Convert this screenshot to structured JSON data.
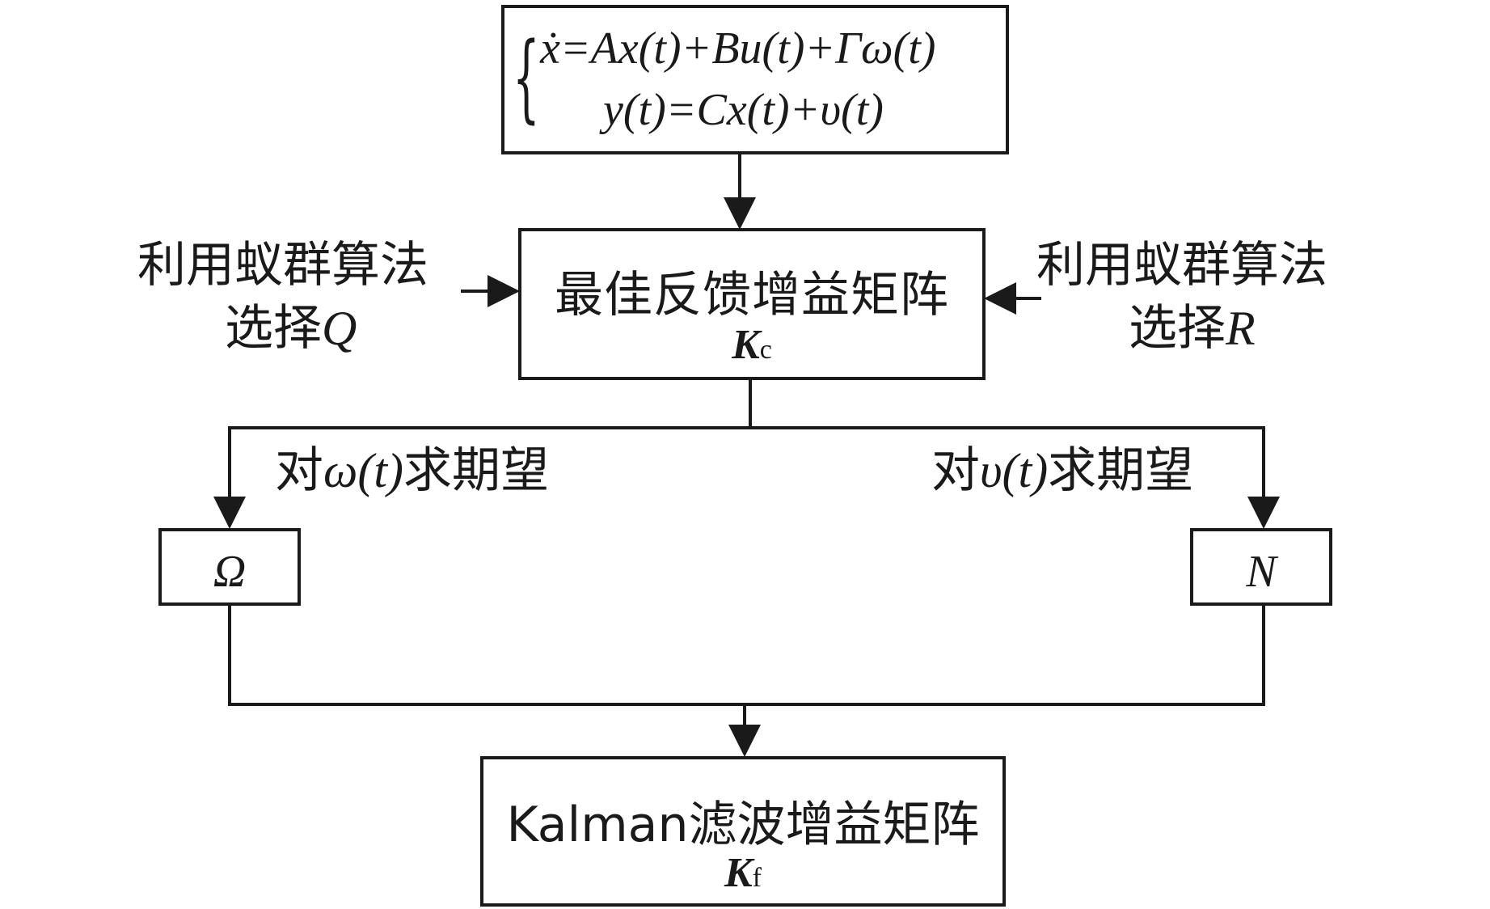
{
  "model": {
    "equation_state": "ẋ=Ax(t)+Bu(t)+Γω(t)",
    "equation_output": "y(t)=Cx(t)+υ(t)"
  },
  "kc_box": {
    "title": "最佳反馈增益矩阵",
    "symbol": "K",
    "subscript": "c"
  },
  "left_input": {
    "line1": "利用蚁群算法",
    "line2_prefix": "选择",
    "line2_symbol": "Q"
  },
  "right_input": {
    "line1": "利用蚁群算法",
    "line2_prefix": "选择",
    "line2_symbol": "R"
  },
  "expectation_left": {
    "prefix": "对",
    "symbol": "ω(t)",
    "suffix": "求期望"
  },
  "expectation_right": {
    "prefix": "对",
    "symbol": "υ(t)",
    "suffix": "求期望"
  },
  "omega_box": {
    "symbol": "Ω"
  },
  "n_box": {
    "symbol": "N"
  },
  "kf_box": {
    "title": "Kalman滤波增益矩阵",
    "symbol": "K",
    "subscript": "f"
  },
  "colors": {
    "stroke": "#1a1a1a",
    "background": "#ffffff"
  }
}
